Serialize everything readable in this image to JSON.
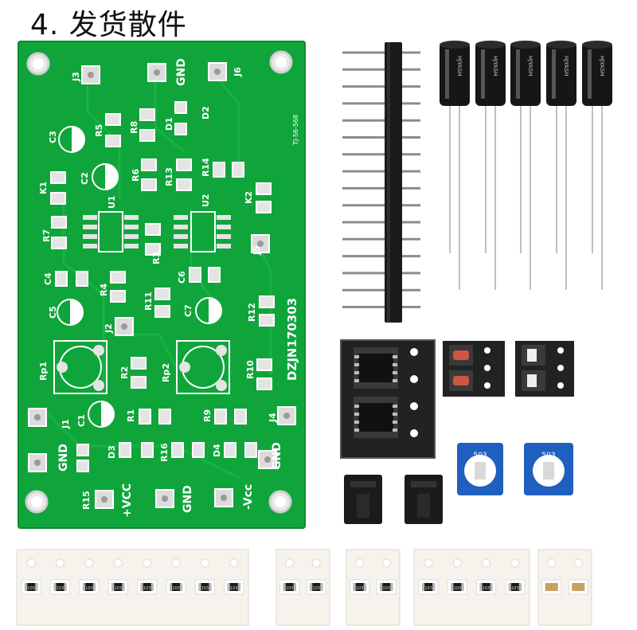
{
  "title": "4. 发货散件",
  "pcb": {
    "board_id": "DZJN170303",
    "board_code": "TJ-56-568",
    "designators": {
      "j3": "J3",
      "gnd_top": "GND",
      "j6": "J6",
      "c3": "C3",
      "r5": "R5",
      "r8": "R8",
      "d1": "D1",
      "d2": "D2",
      "k1": "K1",
      "c2": "C2",
      "r6": "R6",
      "r13": "R13",
      "r14": "R14",
      "k2": "K2",
      "u1": "U1",
      "u2": "U2",
      "r7": "R7",
      "r3": "R3",
      "j5": "J5",
      "c4": "C4",
      "r4": "R4",
      "c6": "C6",
      "c5": "C5",
      "r11": "R11",
      "c7": "C7",
      "r12": "R12",
      "j2": "J2",
      "rp1": "Rp1",
      "r2": "R2",
      "rp2": "Rp2",
      "r10": "R10",
      "j1": "J1",
      "c1": "C1",
      "r1": "R1",
      "r9": "R9",
      "j4": "J4",
      "d3": "D3",
      "r16": "R16",
      "d4": "D4",
      "gnd_left": "GND",
      "gnd_right": "GND",
      "r15": "R15",
      "vcc_pos": "+VCC",
      "gnd_bottom": "GND",
      "vcc_neg": "-Vcc"
    }
  },
  "parts": {
    "capacitor_count": 5,
    "capacitor_marking": "HJYASH",
    "pot_label": "503",
    "resistor_label": "103"
  }
}
